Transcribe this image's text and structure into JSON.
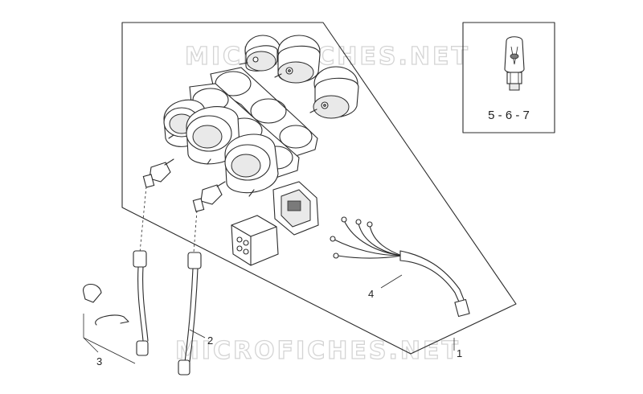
{
  "watermarks": [
    {
      "text": "MICROFICHES.NET"
    },
    {
      "text": "MICROFICHES.NET"
    }
  ],
  "inset": {
    "label": "5 - 6 - 7",
    "icon": "bulb-icon"
  },
  "callouts": [
    {
      "id": "1",
      "label": "1"
    },
    {
      "id": "2",
      "label": "2"
    },
    {
      "id": "3",
      "label": "3"
    },
    {
      "id": "4",
      "label": "4"
    }
  ],
  "parts": [
    {
      "icon": "gauge-icon"
    },
    {
      "icon": "gauge-icon"
    },
    {
      "icon": "gauge-icon"
    },
    {
      "icon": "gauge-bracket-icon"
    },
    {
      "icon": "connector-block-icon"
    },
    {
      "icon": "wiring-harness-icon"
    },
    {
      "icon": "speedometer-cable-icon"
    },
    {
      "icon": "clip-icon"
    }
  ]
}
